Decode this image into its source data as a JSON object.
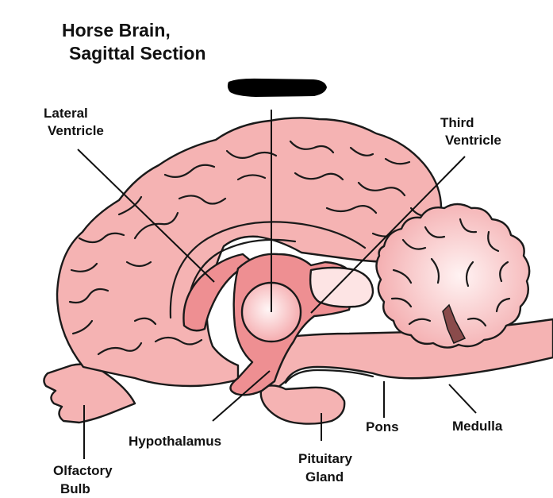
{
  "title": {
    "line1": "Horse Brain,",
    "line2": "Sagittal Section"
  },
  "labels": {
    "lateral_ventricle": [
      "Lateral",
      "Ventricle"
    ],
    "third_ventricle": [
      "Third",
      "Ventricle"
    ],
    "hypothalamus": "Hypothalamus",
    "pituitary_gland": [
      "Pituitary",
      "Gland"
    ],
    "pons": "Pons",
    "medulla": "Medulla",
    "olfactory_bulb": [
      "Olfactory",
      "Bulb"
    ]
  },
  "colors": {
    "tissue": "#f5b3b3",
    "deep_tissue": "#ee8f92",
    "cerebellum_core": "#fde4e4",
    "redaction": "#000000",
    "outline": "#1a1a1a"
  }
}
